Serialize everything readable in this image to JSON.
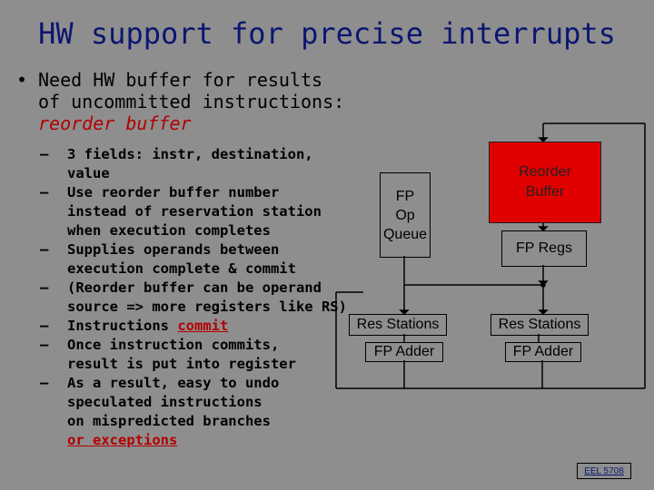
{
  "slide": {
    "title": "HW support for precise interrupts",
    "bullet": {
      "marker": "•",
      "text_line1": "Need HW buffer for results",
      "text_line2": "of uncommitted instructions:",
      "text_red": "reorder buffer"
    },
    "sub_bullets": [
      {
        "dash": "–",
        "lines": [
          "3 fields: instr, destination, value"
        ]
      },
      {
        "dash": "–",
        "lines": [
          "Use reorder buffer number",
          "instead of reservation station",
          "when execution completes"
        ]
      },
      {
        "dash": "–",
        "lines": [
          "Supplies operands between",
          "execution complete & commit"
        ]
      },
      {
        "dash": "–",
        "lines": [
          "(Reorder buffer can be operand",
          "source => more registers like RS)"
        ]
      },
      {
        "dash": "–",
        "prefix": "Instructions ",
        "highlight": "commit"
      },
      {
        "dash": "–",
        "lines": [
          "Once instruction commits,",
          "result is put into register"
        ]
      },
      {
        "dash": "–",
        "lines": [
          "As a result, easy to undo",
          "speculated instructions",
          "on mispredicted branches"
        ],
        "highlight_line": "or exceptions"
      }
    ],
    "diagram": {
      "reorder_buffer": {
        "line1": "Reorder",
        "line2": "Buffer",
        "color": "#e00000"
      },
      "fp_op_queue": {
        "line1": "FP",
        "line2": "Op",
        "line3": "Queue"
      },
      "fp_regs": "FP Regs",
      "res_stations_left": "Res Stations",
      "res_stations_right": "Res Stations",
      "fp_adder_left": "FP Adder",
      "fp_adder_right": "FP Adder"
    },
    "footer": "EEL 5708",
    "colors": {
      "background": "#8e8e8e",
      "title": "#0a1670",
      "accent_red": "#b30000"
    }
  }
}
